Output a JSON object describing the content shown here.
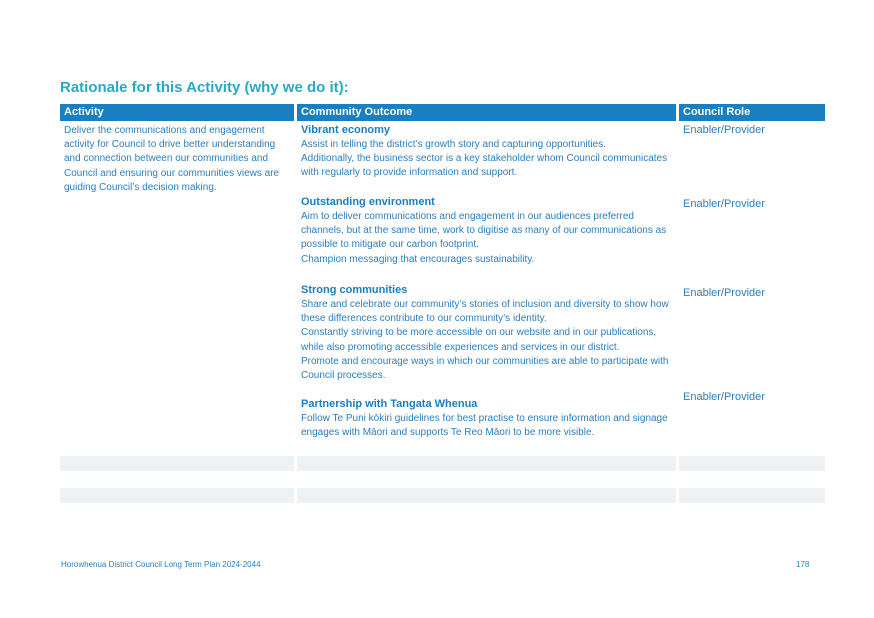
{
  "heading": "Rationale for this Activity (why we do it):",
  "table": {
    "headers": {
      "activity": "Activity",
      "outcome": "Community Outcome",
      "role": "Council Role"
    },
    "activity_text": "Deliver the communications and engagement activity for Council to drive better understanding and connection between our communities and Council and ensuring our communities views are guiding Council’s decision making.",
    "outcomes": [
      {
        "title": "Vibrant economy",
        "lines": [
          "Assist in telling the district’s growth story and capturing opportunities.",
          "Additionally, the business sector is a key stakeholder whom Council communicates with regularly to provide information and support."
        ],
        "role": "Enabler/Provider"
      },
      {
        "title": "Outstanding environment",
        "lines": [
          "Aim to deliver communications and engagement in our audiences preferred channels, but at the same time, work to digitise as many of our communications as possible to mitigate our carbon footprint.",
          "Champion messaging that encourages sustainability."
        ],
        "role": "Enabler/Provider"
      },
      {
        "title": "Strong communities",
        "lines": [
          "Share and celebrate our community’s stories of  inclusion and diversity to show how these differences contribute to our community’s identity.",
          "Constantly striving to be more accessible on our website and in our publications, while also promoting accessible experiences and services in our district.",
          "Promote and encourage ways in which our communities are able to participate with Council processes."
        ],
        "role": "Enabler/Provider"
      },
      {
        "title": "Partnership with Tangata Whenua",
        "lines": [
          "Follow Te Puni kōkiri guidelines for best practise to ensure information and signage engages with Māori and supports Te Reo Māori to be more visible."
        ],
        "role": "Enabler/Provider"
      }
    ]
  },
  "footer": {
    "left": "Horowhenua District Council Long Term Plan 2024-2044",
    "page_number": "178"
  },
  "colors": {
    "heading": "#28a9c4",
    "header_bg": "#1a7fc1",
    "body_text": "#2a7fbf",
    "blank_row": "#eff2f4"
  }
}
